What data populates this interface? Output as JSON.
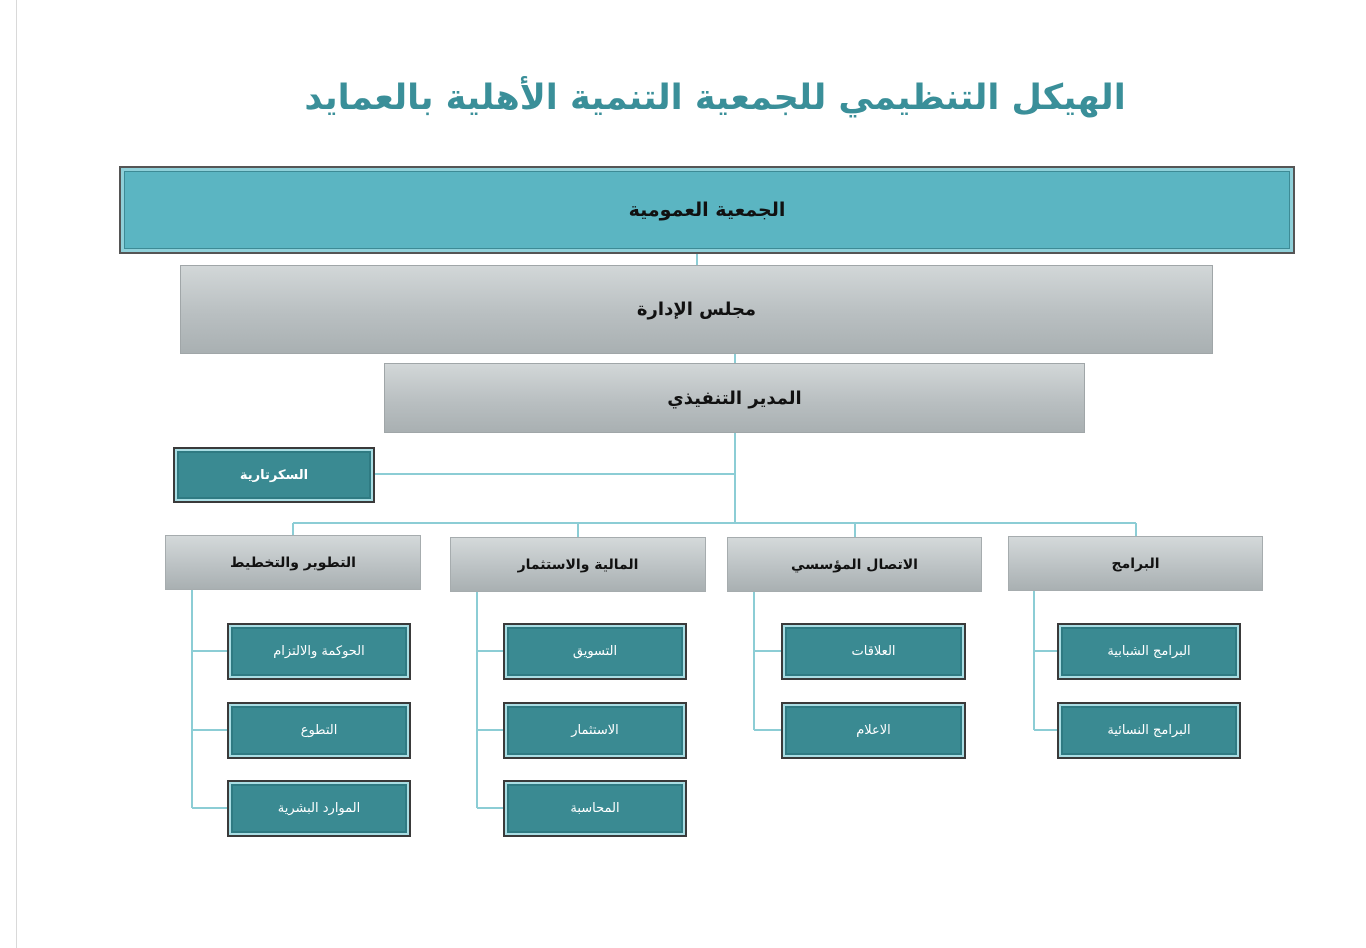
{
  "title": "الهيكل التنظيمي للجمعية التنمية الأهلية بالعمايد",
  "general_assembly": "الجمعية العمومية",
  "board": "مجلس الإدارة",
  "executive_director": "المدير التنفيذي",
  "secretariat": "السكرتارية",
  "departments": [
    {
      "name": "البرامج",
      "units": [
        "البرامج الشبابية",
        "البرامج النسائية"
      ]
    },
    {
      "name": "الاتصال المؤسسي",
      "units": [
        "العلاقات",
        "الاعلام"
      ]
    },
    {
      "name": "المالية والاستثمار",
      "units": [
        "التسويق",
        "الاستثمار",
        "المحاسبة"
      ]
    },
    {
      "name": "التطوير والتخطيط",
      "units": [
        "الحوكمة والالتزام",
        "التطوع",
        "الموارد البشرية"
      ]
    }
  ],
  "colors": {
    "title": "#3a8f99",
    "teal_main": "#5bb5c2",
    "teal_unit": "#3a8a92",
    "connector": "#8ccdd5"
  }
}
